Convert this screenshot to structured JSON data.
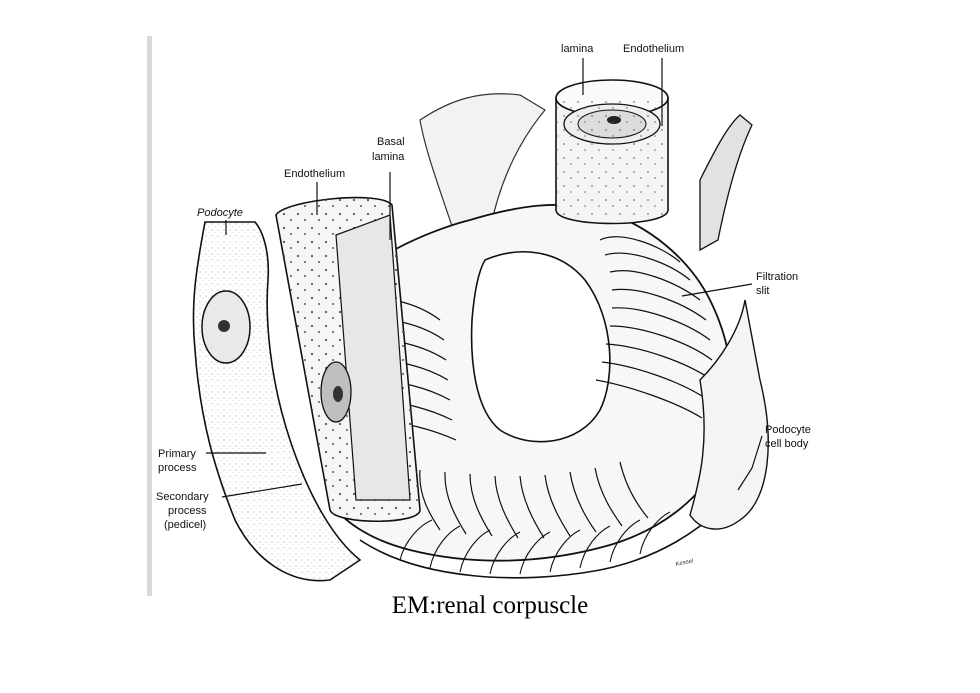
{
  "labels": {
    "lamina_top": "lamina",
    "endothelium_top": "Endothelium",
    "basal_lamina_line1": "Basal",
    "basal_lamina_line2": "lamina",
    "endothelium_left": "Endothelium",
    "podocyte": "Podocyte",
    "filtration_slit_line1": "Filtration",
    "filtration_slit_line2": "slit",
    "podocyte_cell_body_line1": "Podocyte",
    "podocyte_cell_body_line2": "cell body",
    "primary_process_line1": "Primary",
    "primary_process_line2": "process",
    "secondary_process_line1": "Secondary",
    "secondary_process_line2": "process",
    "secondary_process_line3": "(pedicel)"
  },
  "caption": "EM:renal corpuscle"
}
